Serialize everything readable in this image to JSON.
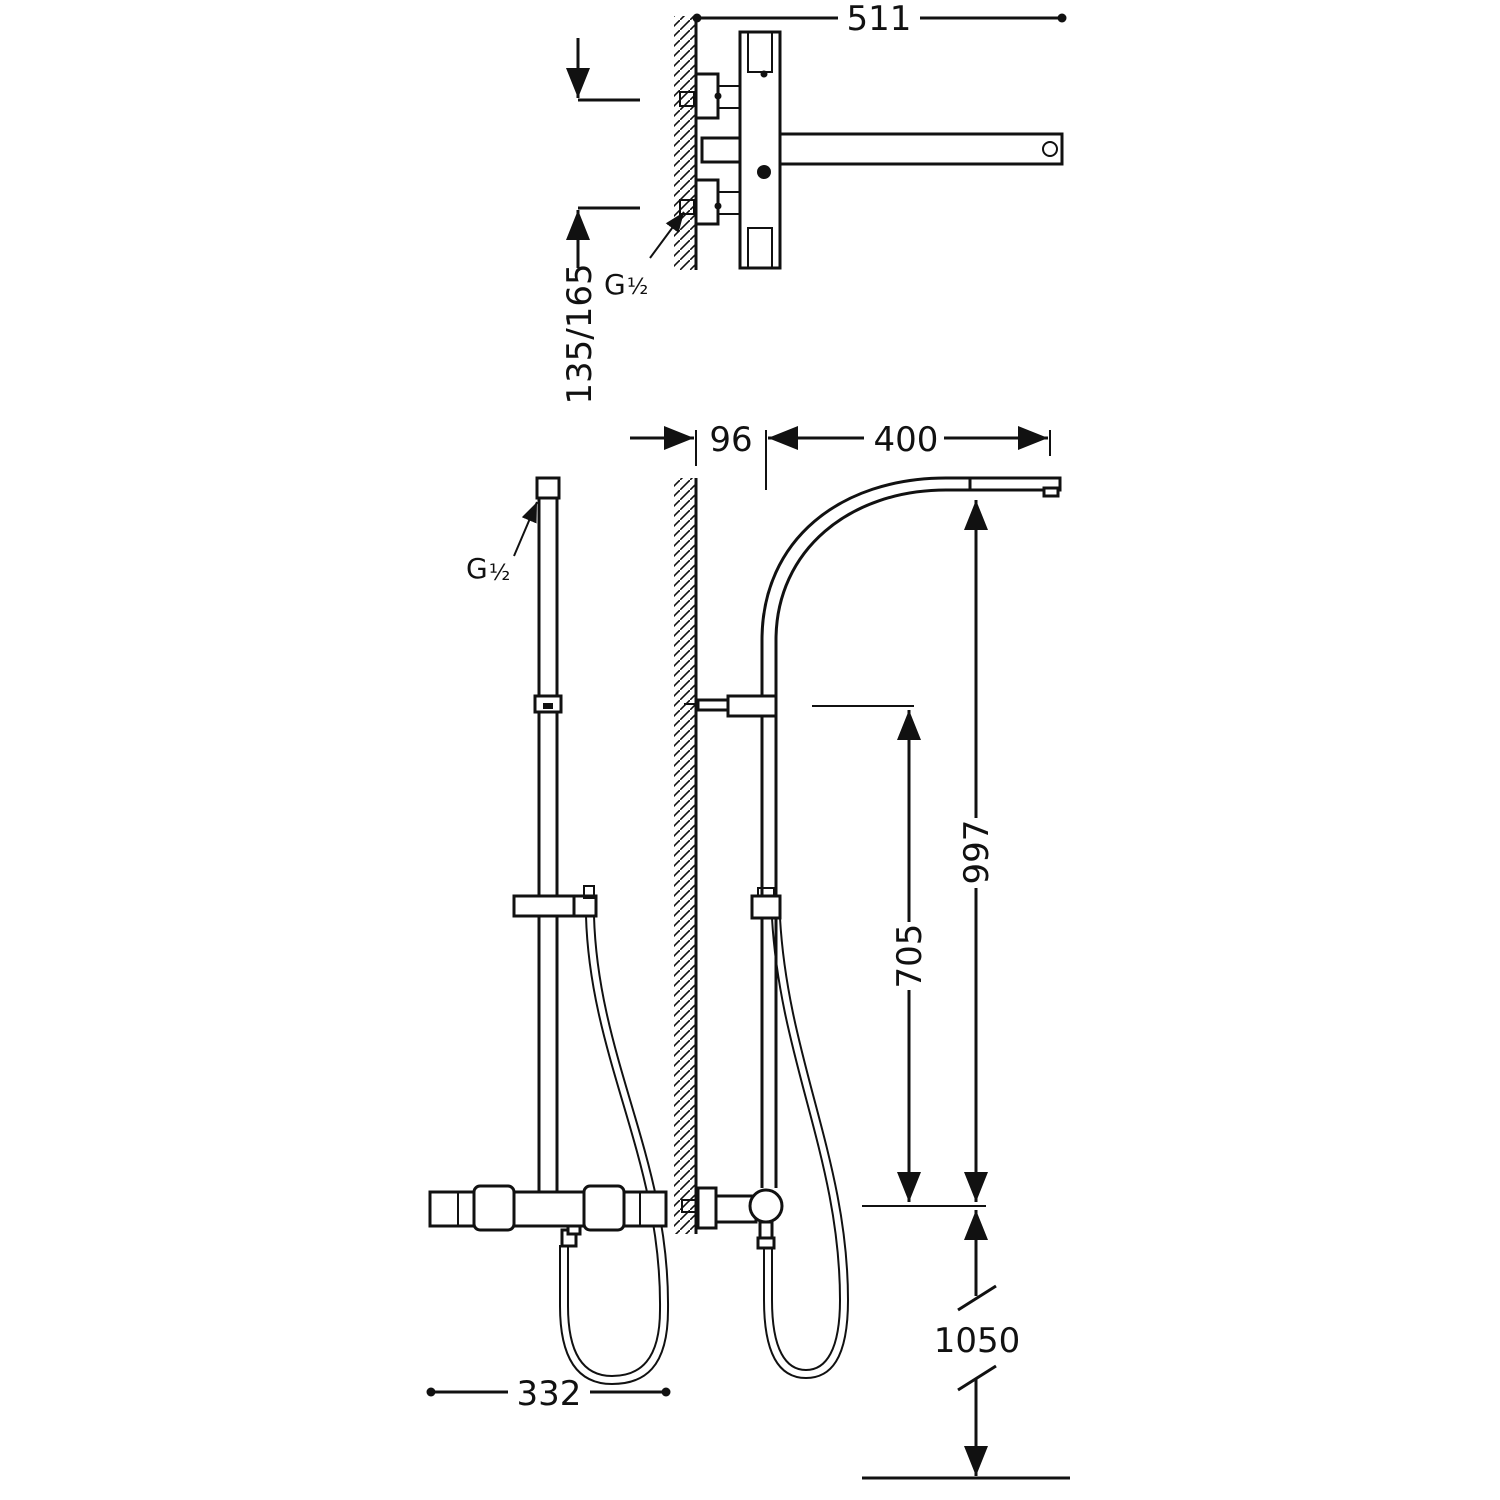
{
  "dimensions": {
    "top_width": "511",
    "inlet_spacing": "135/165",
    "wall_offset": "96",
    "arm_reach": "400",
    "riser_height": "997",
    "bracket_height": "705",
    "floor_height": "1050",
    "front_width": "332"
  },
  "labels": {
    "thread_top": "G",
    "thread_top_frac": "½",
    "thread_front": "G",
    "thread_front_frac": "½"
  }
}
